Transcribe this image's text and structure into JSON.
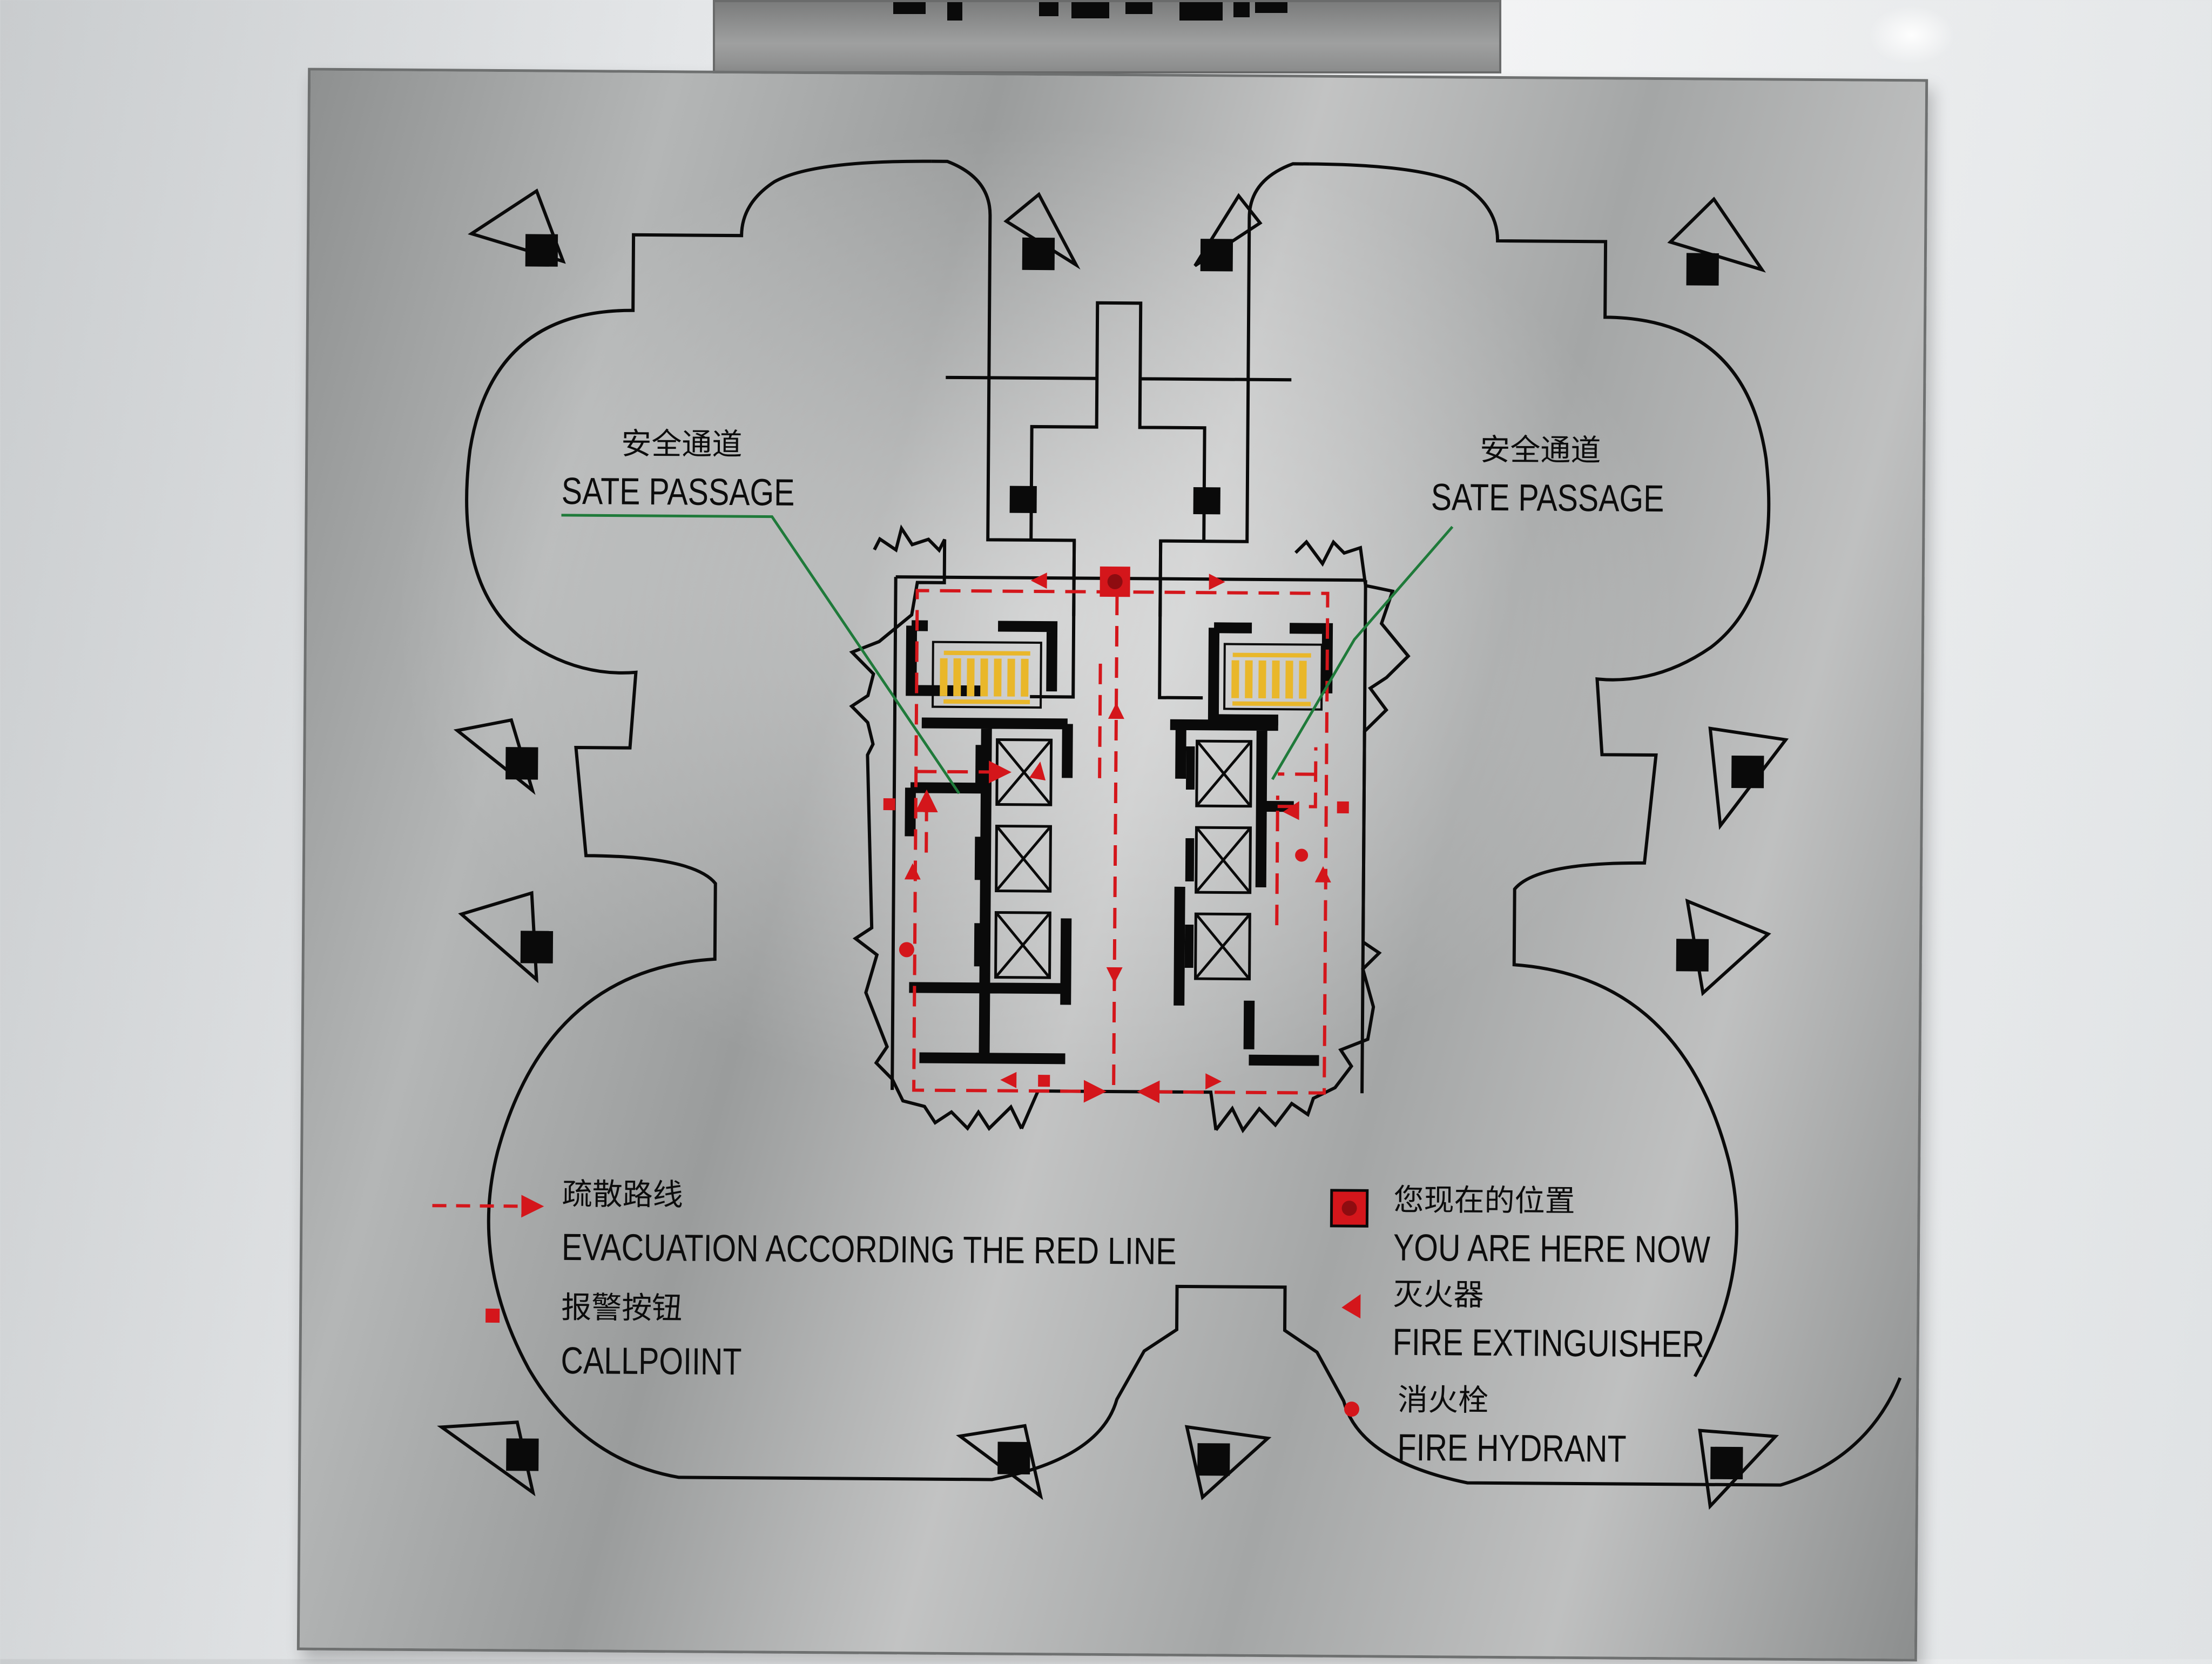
{
  "top_sign": {
    "text": ""
  },
  "callouts": {
    "left": {
      "cn": "安全通道",
      "en": "SATE PASSAGE"
    },
    "right": {
      "cn": "安全通道",
      "en": "SATE PASSAGE"
    }
  },
  "legend": {
    "evacuation": {
      "cn": "疏散路线",
      "en": "EVACUATION  ACCORDING  THE RED   LINE"
    },
    "callpoint": {
      "cn": "报警按钮",
      "en": "CALLPOIINT"
    },
    "you_are_here": {
      "cn": "您现在的位置",
      "en": "YOU ARE HERE NOW"
    },
    "extinguisher": {
      "cn": "灭火器",
      "en": "FIRE EXTINGUISHER"
    },
    "hydrant": {
      "cn": "消火栓",
      "en": "FIRE HYDRANT"
    }
  },
  "colors": {
    "route_red": "#d4161b",
    "ink_black": "#0a0a0a",
    "stair_yellow": "#e9b72a",
    "plate_steel": "#a9abab"
  },
  "icons": {
    "route": "dashed-arrow-icon",
    "callpoint": "red-square-icon",
    "you_are_here": "target-square-icon",
    "extinguisher": "red-triangle-icon",
    "hydrant": "red-dot-icon"
  }
}
